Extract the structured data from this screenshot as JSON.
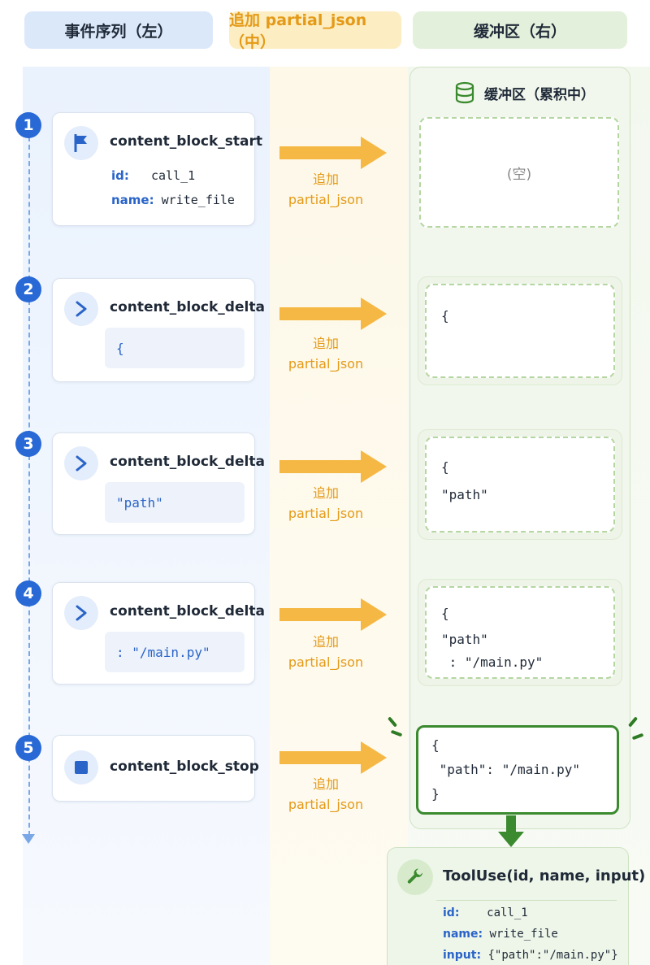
{
  "headers": {
    "left": "事件序列（左）",
    "middle": "追加 partial_json（中）",
    "right": "缓冲区（右）"
  },
  "events": [
    {
      "step": "1",
      "type": "content_block_start",
      "icon": "flag-icon",
      "id_key": "id:",
      "id_value": "call_1",
      "name_key": "name:",
      "name_value": "write_file"
    },
    {
      "step": "2",
      "type": "content_block_delta",
      "icon": "chevron-right-icon",
      "delta": "{"
    },
    {
      "step": "3",
      "type": "content_block_delta",
      "icon": "chevron-right-icon",
      "delta": "\"path\""
    },
    {
      "step": "4",
      "type": "content_block_delta",
      "icon": "chevron-right-icon",
      "delta": ": \"/main.py\""
    },
    {
      "step": "5",
      "type": "content_block_stop",
      "icon": "stop-square-icon"
    }
  ],
  "append_label": {
    "line1": "追加",
    "line2": "partial_json"
  },
  "buffer": {
    "title": "缓冲区（累积中）",
    "icon": "database-icon",
    "empty_text": "(空)",
    "states": [
      {
        "lines": [
          "{"
        ]
      },
      {
        "lines": [
          "{",
          "\"path\""
        ]
      },
      {
        "lines": [
          "{",
          "\"path\"",
          " : \"/main.py\""
        ]
      },
      {
        "lines": [
          "{",
          " \"path\": \"/main.py\"",
          "}"
        ]
      }
    ]
  },
  "tooluse": {
    "icon": "wrench-icon",
    "title": "ToolUse(id, name, input)",
    "id_key": "id:",
    "id_value": "call_1",
    "name_key": "name:",
    "name_value": "write_file",
    "input_key": "input:",
    "input_value": "{\"path\":\"/main.py\"}"
  },
  "colors": {
    "step_blue": "#2869d6",
    "append_orange": "#f6b844",
    "final_green": "#3b8a2f"
  }
}
